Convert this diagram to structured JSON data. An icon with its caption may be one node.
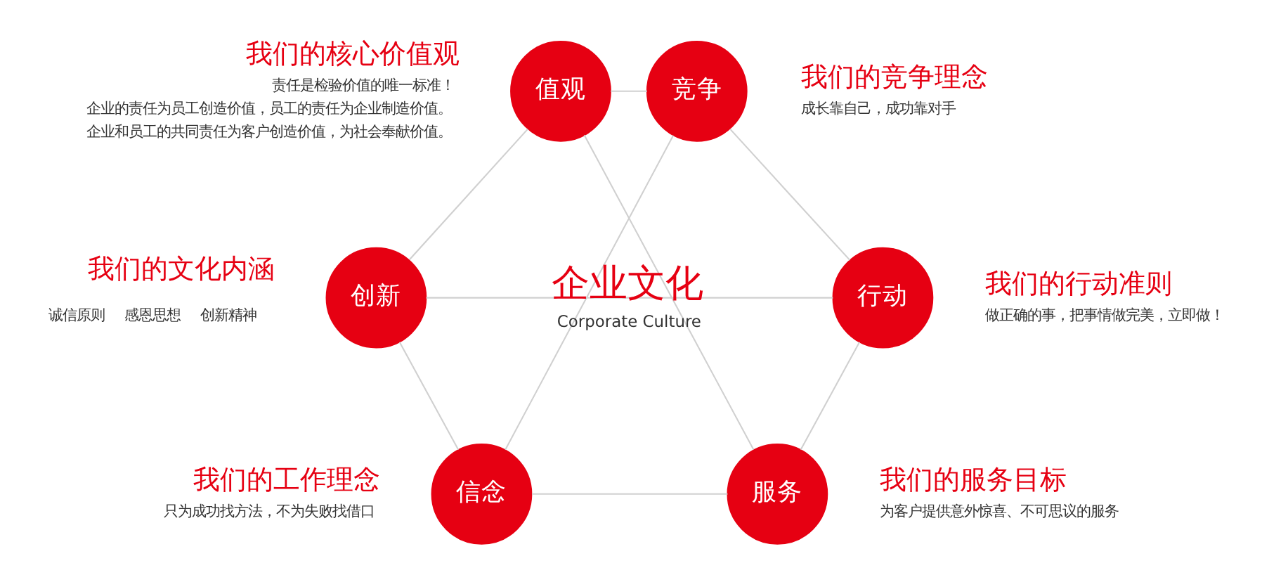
{
  "diagram": {
    "nodes": [
      {
        "text": [
          "值观"
        ],
        "beside": [
          "我们的核心价值观",
          "责任是检验价值的唯一标准！",
          "企业的责任为员工创造价值，员工的责任为企业制造价值。",
          "企业和员工的共同责任为客户创造价值，为社会奉献价值。"
        ]
      },
      {
        "text": [
          "竞争"
        ],
        "beside": [
          "我们的竞争理念",
          "成长靠自己，成功靠对手"
        ]
      },
      {
        "text": [
          "创新"
        ],
        "beside": [
          "我们的文化内涵",
          "诚信原则",
          "感恩思想",
          "创新精神"
        ]
      },
      {
        "text": [
          "行动"
        ],
        "beside": [
          "我们的行动准则",
          "做正确的事，把事情做完美，立即做！"
        ]
      },
      {
        "text": [
          "信念"
        ],
        "beside": [
          "我们的工作理念",
          "只为成功找方法，不为失败找借口"
        ]
      },
      {
        "text": [
          "服务"
        ],
        "beside": [
          "我们的服务目标",
          "为客户提供意外惊喜、不可思议的服务"
        ]
      }
    ],
    "edges": [
      {
        "from": 0,
        "to": 1,
        "arrow": "none"
      },
      {
        "from": 1,
        "to": 3,
        "arrow": "none"
      },
      {
        "from": 3,
        "to": 5,
        "arrow": "none"
      },
      {
        "from": 5,
        "to": 4,
        "arrow": "none"
      },
      {
        "from": 4,
        "to": 2,
        "arrow": "none"
      },
      {
        "from": 2,
        "to": 0,
        "arrow": "none"
      },
      {
        "from": 0,
        "to": 5,
        "arrow": "none"
      },
      {
        "from": 1,
        "to": 4,
        "arrow": "none"
      },
      {
        "from": 2,
        "to": 3,
        "arrow": "none"
      }
    ],
    "labels": [
      "企业文化",
      "Corporate Culture"
    ]
  }
}
